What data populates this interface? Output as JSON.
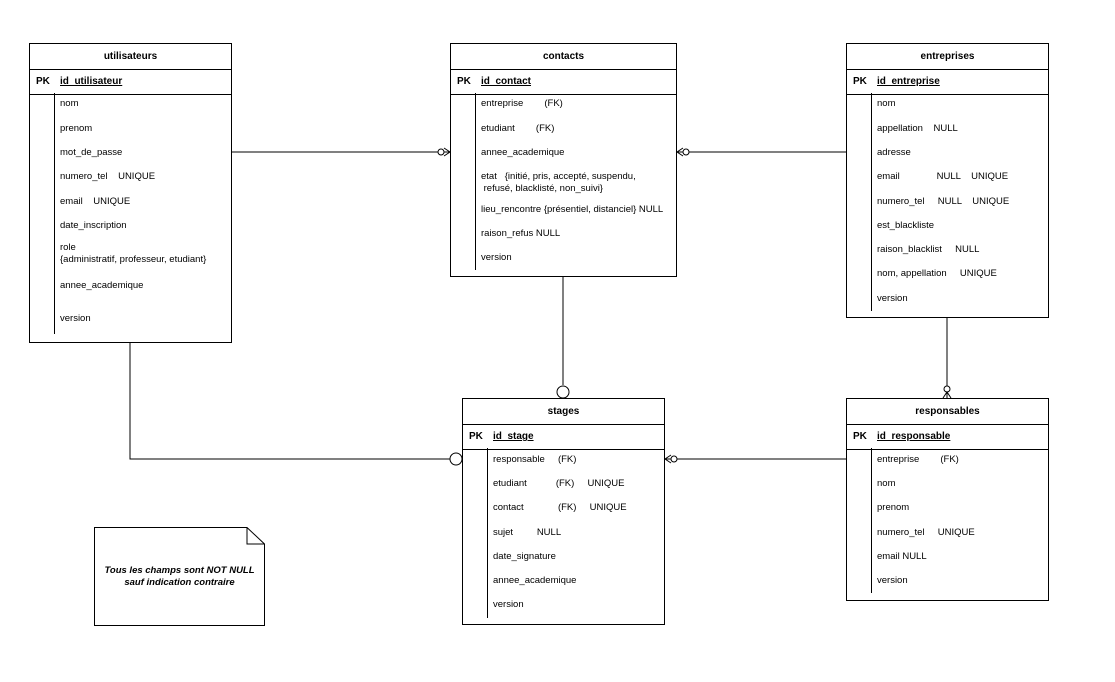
{
  "entities": {
    "utilisateurs": {
      "title": "utilisateurs",
      "pk": "PK",
      "pk_field": "id_utilisateur",
      "fields": [
        "nom",
        "prenom",
        "mot_de_passe",
        "numero_tel    UNIQUE",
        "email    UNIQUE",
        "date_inscription",
        "role\n{administratif, professeur, etudiant}",
        "annee_academique",
        "version"
      ]
    },
    "contacts": {
      "title": "contacts",
      "pk": "PK",
      "pk_field": "id_contact",
      "fields": [
        "entreprise        (FK)",
        "etudiant        (FK)",
        "annee_academique",
        "etat   {initié, pris, accepté, suspendu,\n refusé, blacklisté, non_suivi}",
        "lieu_rencontre {présentiel, distanciel} NULL",
        "raison_refus NULL",
        "version"
      ]
    },
    "entreprises": {
      "title": "entreprises",
      "pk": "PK",
      "pk_field": "id_entreprise",
      "fields": [
        "nom",
        "appellation    NULL",
        "adresse",
        "email              NULL    UNIQUE",
        "numero_tel     NULL    UNIQUE",
        "est_blackliste",
        "raison_blacklist     NULL",
        "nom, appellation     UNIQUE",
        "version"
      ]
    },
    "stages": {
      "title": "stages",
      "pk": "PK",
      "pk_field": "id_stage",
      "fields": [
        "responsable     (FK)",
        "etudiant           (FK)     UNIQUE",
        "contact             (FK)     UNIQUE",
        "sujet         NULL",
        "date_signature",
        "annee_academique",
        "version"
      ]
    },
    "responsables": {
      "title": "responsables",
      "pk": "PK",
      "pk_field": "id_responsable",
      "fields": [
        "entreprise        (FK)",
        "nom",
        "prenom",
        "numero_tel     UNIQUE",
        "email NULL",
        "version"
      ]
    }
  },
  "note": {
    "line1": "Tous les champs sont NOT NULL",
    "line2": "sauf indication contraire"
  }
}
